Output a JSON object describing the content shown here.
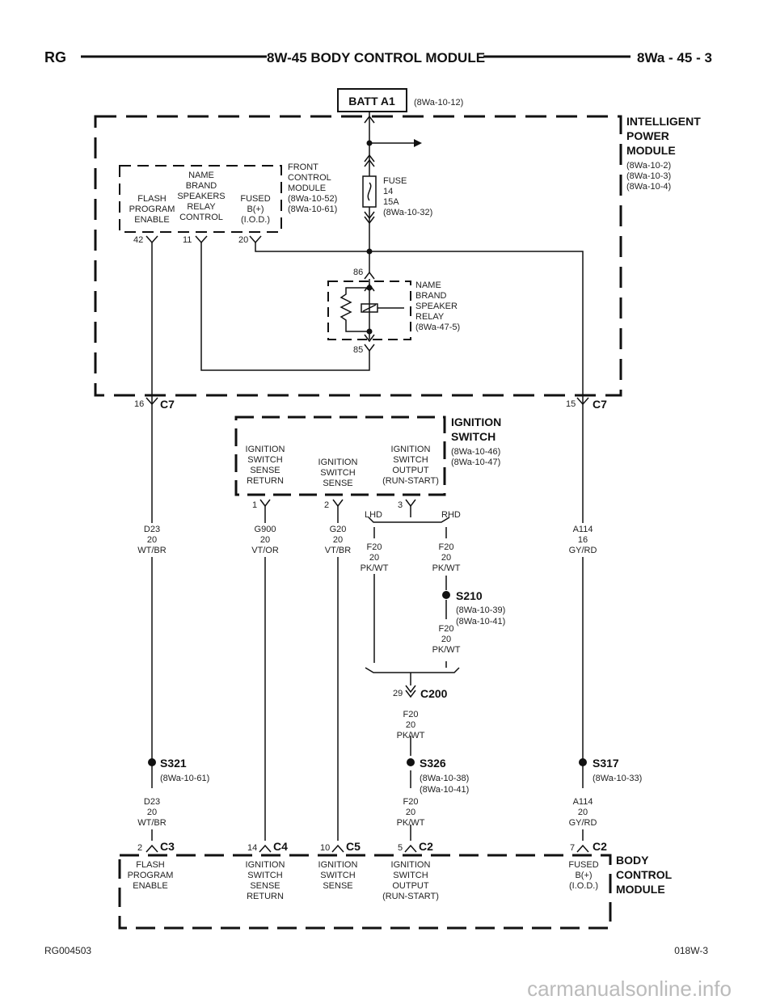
{
  "header": {
    "left": "RG",
    "title": "8W-45 BODY CONTROL MODULE",
    "right": "8Wa - 45 - 3"
  },
  "batt": {
    "label": "BATT A1",
    "ref": "(8Wa-10-12)"
  },
  "ipm": {
    "lines": [
      "INTELLIGENT",
      "POWER",
      "MODULE"
    ],
    "refs": [
      "(8Wa-10-2)",
      "(8Wa-10-3)",
      "(8Wa-10-4)"
    ]
  },
  "fcm": {
    "lines": [
      "FRONT",
      "CONTROL",
      "MODULE",
      "(8Wa-10-52)",
      "(8Wa-10-61)"
    ],
    "func_flash": [
      "FLASH",
      "PROGRAM",
      "ENABLE"
    ],
    "func_relay": [
      "NAME",
      "BRAND",
      "SPEAKERS",
      "RELAY",
      "CONTROL"
    ],
    "func_fused": [
      "FUSED",
      "B(+)",
      "(I.O.D.)"
    ],
    "pins": [
      "42",
      "11",
      "20"
    ]
  },
  "fuse": {
    "lines": [
      "FUSE",
      "14",
      "15A",
      "(8Wa-10-32)"
    ]
  },
  "relay": {
    "lines": [
      "NAME",
      "BRAND",
      "SPEAKER",
      "RELAY",
      "(8Wa-47-5)"
    ],
    "pin_top": "86",
    "pin_bottom": "85"
  },
  "c7_left": {
    "pin": "16",
    "name": "C7"
  },
  "c7_right": {
    "pin": "15",
    "name": "C7"
  },
  "ign": {
    "title": [
      "IGNITION",
      "SWITCH"
    ],
    "refs": [
      "(8Wa-10-46)",
      "(8Wa-10-47)"
    ],
    "func_return": [
      "IGNITION",
      "SWITCH",
      "SENSE",
      "RETURN"
    ],
    "func_sense": [
      "IGNITION",
      "SWITCH",
      "SENSE"
    ],
    "func_output": [
      "IGNITION",
      "SWITCH",
      "OUTPUT",
      "(RUN-START)"
    ],
    "pins": [
      "1",
      "2",
      "3"
    ]
  },
  "lhd": "LHD",
  "rhd": "RHD",
  "wires": {
    "d23": [
      "D23",
      "20",
      "WT/BR"
    ],
    "g900": [
      "G900",
      "20",
      "VT/OR"
    ],
    "g20": [
      "G20",
      "20",
      "VT/BR"
    ],
    "f20": [
      "F20",
      "20",
      "PK/WT"
    ],
    "a114_16": [
      "A114",
      "16",
      "GY/RD"
    ],
    "a114_20": [
      "A114",
      "20",
      "GY/RD"
    ]
  },
  "s210": {
    "name": "S210",
    "refs": [
      "(8Wa-10-39)",
      "(8Wa-10-41)"
    ]
  },
  "c200": {
    "pin": "29",
    "name": "C200"
  },
  "s321": {
    "name": "S321",
    "refs": [
      "(8Wa-10-61)"
    ]
  },
  "s326": {
    "name": "S326",
    "refs": [
      "(8Wa-10-38)",
      "(8Wa-10-41)"
    ]
  },
  "s317": {
    "name": "S317",
    "refs": [
      "(8Wa-10-33)"
    ]
  },
  "bcm": {
    "title": [
      "BODY",
      "CONTROL",
      "MODULE"
    ],
    "c3": {
      "pin": "2",
      "name": "C3",
      "func": [
        "FLASH",
        "PROGRAM",
        "ENABLE"
      ]
    },
    "c4": {
      "pin": "14",
      "name": "C4",
      "func": [
        "IGNITION",
        "SWITCH",
        "SENSE",
        "RETURN"
      ]
    },
    "c5": {
      "pin": "10",
      "name": "C5",
      "func": [
        "IGNITION",
        "SWITCH",
        "SENSE"
      ]
    },
    "c2a": {
      "pin": "5",
      "name": "C2",
      "func": [
        "IGNITION",
        "SWITCH",
        "OUTPUT",
        "(RUN-START)"
      ]
    },
    "c2b": {
      "pin": "7",
      "name": "C2",
      "func": [
        "FUSED",
        "B(+)",
        "(I.O.D.)"
      ]
    }
  },
  "footer": {
    "left": "RG004503",
    "right": "018W-3"
  },
  "watermark": "carmanualsonline.info"
}
